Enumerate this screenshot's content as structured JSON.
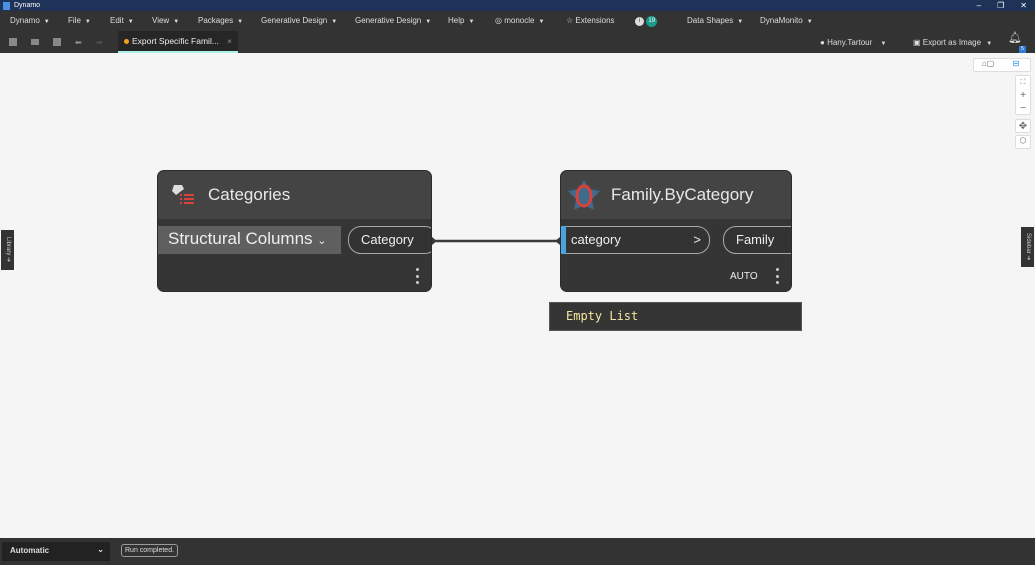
{
  "window": {
    "title": "Dynamo",
    "minimize": "–",
    "restore": "❐",
    "close": "✕"
  },
  "menus": [
    {
      "label": "Dynamo"
    },
    {
      "label": "File"
    },
    {
      "label": "Edit"
    },
    {
      "label": "View"
    },
    {
      "label": "Packages"
    },
    {
      "label": "Generative Design"
    },
    {
      "label": "Generative Design"
    },
    {
      "label": "Help"
    },
    {
      "label": "monocle"
    },
    {
      "label": "Extensions"
    },
    {
      "label": "Data Shapes"
    },
    {
      "label": "DynaMonito"
    }
  ],
  "notifications_count": "19",
  "toolbar": {
    "tab_label": "Export Specific Famil...",
    "tab_close": "×",
    "user": "Hany.Tartour",
    "export": "Export as Image",
    "bell_count": "5"
  },
  "side": {
    "library": "Library ➔",
    "sidebar": "Sidebar ➔"
  },
  "nodes": {
    "categories": {
      "title": "Categories",
      "dropdown": "Structural Columns",
      "output": "Category"
    },
    "family": {
      "title": "Family.ByCategory",
      "input": "category",
      "input_arrow": ">",
      "output": "Family",
      "lacing": "AUTO",
      "preview": "Empty List"
    }
  },
  "canvas_controls": {
    "fit": "⛶",
    "zoom_in": "+",
    "zoom_out": "−",
    "pan": "✥"
  },
  "status": {
    "run_mode": "Automatic",
    "run_message": "Run completed."
  },
  "colors": {
    "accent": "#1c9a8a",
    "titlebar": "#1f3358",
    "tab_underline": "#a8f0e8",
    "input_port": "#4aa3df"
  }
}
